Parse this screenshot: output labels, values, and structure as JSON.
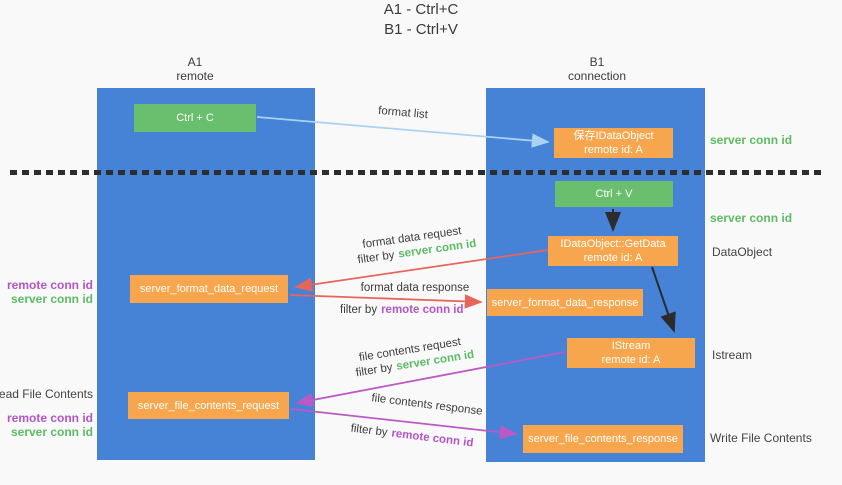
{
  "title": {
    "line1": "A1 - Ctrl+C",
    "line2": "B1 - Ctrl+V"
  },
  "columns": {
    "left": {
      "name": "A1",
      "subtitle": "remote"
    },
    "right": {
      "name": "B1",
      "subtitle": "connection"
    }
  },
  "boxes": {
    "ctrl_c": {
      "label": "Ctrl + C"
    },
    "ctrl_v": {
      "label": "Ctrl + V"
    },
    "save_idataobject": {
      "line1": "保存IDataObject",
      "line2": "remote id: A"
    },
    "getdata": {
      "line1": "IDataObject::GetData",
      "line2": "remote id: A"
    },
    "format_request": {
      "label": "server_format_data_request"
    },
    "format_response": {
      "label": "server_format_data_response"
    },
    "istream": {
      "line1": "IStream",
      "line2": "remote id: A"
    },
    "file_request": {
      "label": "server_file_contents_request"
    },
    "file_response": {
      "label": "server_file_contents_response"
    }
  },
  "arrow_labels": {
    "format_list": "format list",
    "format_data_request": "format data request",
    "format_data_response": "format data response",
    "file_contents_request": "file contents request",
    "file_contents_response": "file contents response",
    "filter_by": "filter by",
    "server_conn_id": "server conn id",
    "remote_conn_id": "remote conn id"
  },
  "side_labels": {
    "server_conn_id_top": "server conn id",
    "server_conn_id_mid": "server conn id",
    "dataobject": "DataObject",
    "istream": "Istream",
    "write_file_contents": "Write File Contents",
    "read_file_contents": "Read File Contents",
    "remote_conn_id": "remote conn id",
    "server_conn_id": "server conn id"
  },
  "colors": {
    "lifeline_blue": "#4682d6",
    "box_green": "#6abf6e",
    "box_orange": "#f7a64d",
    "arrow_red": "#e8655c",
    "arrow_magenta": "#bb59c5",
    "arrow_light_blue": "#a9d3f2",
    "arrow_black": "#2b2b2b",
    "text_green": "#5cbb63",
    "text_purple": "#b355c7",
    "text_dark": "#3a3a3a",
    "background": "#f9f9f9"
  }
}
